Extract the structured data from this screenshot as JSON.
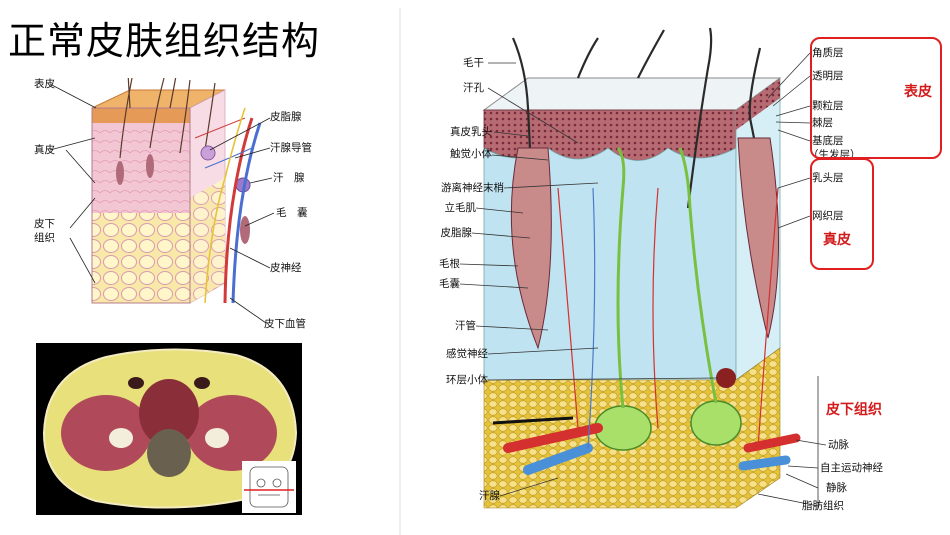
{
  "title": "正常皮肤组织结构",
  "small_diagram": {
    "labels_left": [
      "表皮",
      "真皮",
      "皮下",
      "组织"
    ],
    "labels_right": [
      "皮脂腺",
      "汗腺导管",
      "汗　腺",
      "毛　囊",
      "皮神经",
      "皮下血管"
    ]
  },
  "big_diagram": {
    "labels_left": [
      "毛干",
      "汗孔",
      "真皮乳头",
      "触觉小体",
      "游离神经末梢",
      "立毛肌",
      "皮脂腺",
      "毛根",
      "毛囊",
      "汗管",
      "感觉神经",
      "环层小体",
      "汗腺"
    ],
    "labels_right": [
      "角质层",
      "透明层",
      "颗粒层",
      "棘层",
      "基底层",
      "（生发层）",
      "乳头层",
      "网织层",
      "动脉",
      "自主运动神经",
      "静脉",
      "脂肪组织"
    ],
    "group_labels": [
      "表皮",
      "真皮",
      "皮下组织"
    ]
  },
  "colors": {
    "group_red": "#d21b1b"
  }
}
